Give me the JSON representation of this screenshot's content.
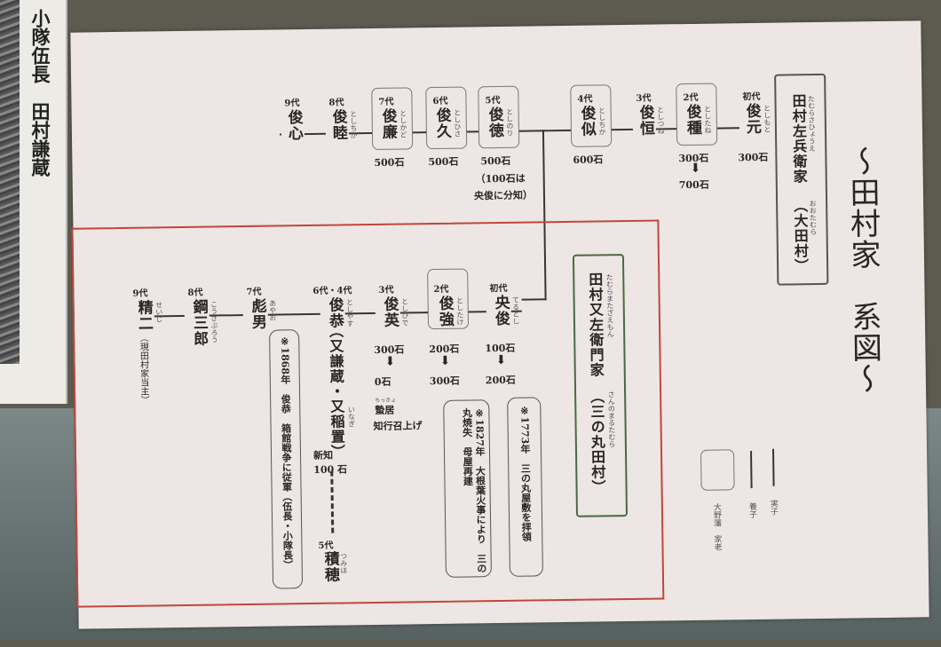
{
  "plaque": {
    "text": "小隊伍長　田村謙蔵"
  },
  "title": {
    "text": "〜田村家　系図〜"
  },
  "upper": {
    "house": "田村左兵衛家",
    "house_ruby": "たむらさひょうえ",
    "village": "（大田村）",
    "village_ruby": "おおたむら",
    "people": [
      {
        "gen": "9代",
        "name": "俊心",
        "ruby": "",
        "koku": ""
      },
      {
        "gen": "8代",
        "name": "俊睦",
        "ruby": "としちか",
        "koku": ""
      },
      {
        "gen": "7代",
        "name": "俊廉",
        "ruby": "としかど",
        "koku": "500石"
      },
      {
        "gen": "6代",
        "name": "俊久",
        "ruby": "としひさ",
        "koku": "500石"
      },
      {
        "gen": "5代",
        "name": "俊徳",
        "ruby": "としのり",
        "koku": "500石",
        "note": "（100石は",
        "note2": "央俊に分知）"
      },
      {
        "gen": "4代",
        "name": "俊似",
        "ruby": "としちか",
        "koku": "600石"
      },
      {
        "gen": "3代",
        "name": "俊恒",
        "ruby": "としつね",
        "koku": ""
      },
      {
        "gen": "2代",
        "name": "俊種",
        "ruby": "としたね",
        "koku": "300石",
        "koku2": "700石"
      },
      {
        "gen": "初代",
        "name": "俊元",
        "ruby": "としもと",
        "koku": "300石"
      }
    ]
  },
  "lower": {
    "house": "田村又左衛門家",
    "house_ruby": "たむらまたざえもん",
    "village": "（三の丸田村）",
    "village_ruby": "さんのまるたむら",
    "people": [
      {
        "gen": "9代",
        "name": "精二",
        "ruby": "せいじ",
        "sub": "（現田村家当主）"
      },
      {
        "gen": "8代",
        "name": "鋼三郎",
        "ruby": "こうざぶろう"
      },
      {
        "gen": "7代",
        "name": "彪男",
        "ruby": "あやお"
      },
      {
        "gen": "6代・4代",
        "name": "俊恭",
        "ruby": "としやす",
        "sub": "（又謙蔵・又稲置）",
        "sub_ruby": "いなぎ",
        "koku": "新知",
        "koku2": "100 石"
      },
      {
        "gen": "3代",
        "name": "俊英",
        "ruby": "としひで",
        "koku": "300石",
        "koku2": "0石",
        "extra": "蟄居",
        "extra_ruby": "ちっきょ",
        "extra2": "知行召上げ"
      },
      {
        "gen": "2代",
        "name": "俊強",
        "ruby": "としたけ",
        "koku": "200石",
        "koku2": "300石"
      },
      {
        "gen": "初代",
        "name": "央俊",
        "ruby": "てるとし",
        "koku": "100石",
        "koku2": "200石"
      }
    ],
    "gen5": {
      "gen": "5代",
      "name": "積穂",
      "ruby": "つみほ"
    },
    "notes": [
      "※1868年　俊恭　箱館戦争に従軍（伍長・小隊長）",
      "※1827年　大根葉火事により　三の丸焼失　母屋再建",
      "※1773年　三の丸屋敷を拝領"
    ]
  },
  "legend": {
    "box": "大野藩　家老",
    "double": "養子",
    "single": "実子"
  },
  "colors": {
    "frame_red": "#c0463c",
    "scroll_green": "#4a6a40"
  }
}
